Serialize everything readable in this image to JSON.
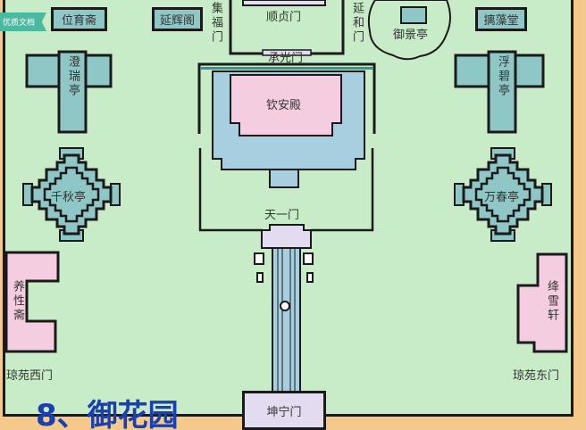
{
  "badge": "优质文档",
  "title": "8、御花园",
  "buildings": {
    "yuyuzhai": "位育斋",
    "yanhuige": "延辉阁",
    "shunzhenmen": "顺贞门",
    "jifumen": "集福门",
    "yanhemen": "延和门",
    "chengguangmen": "承光门",
    "yujingting": "御景亭",
    "chizaotang": "摛藻堂",
    "chengruiting": "澄瑞亭",
    "fubiting": "浮碧亭",
    "qinandian": "钦安殿",
    "qianqiuting": "千秋亭",
    "wanchunting": "万春亭",
    "tianyimen": "天一门",
    "yangxingzhai": "养性斋",
    "jiangxuexuan": "绛雪轩",
    "qiongyuanximen": "琼苑西门",
    "qiongyuandongmen": "琼苑东门",
    "kunningmen": "坤宁门"
  },
  "colors": {
    "background": "#f5c98c",
    "garden": "#c9ecc8",
    "building": "#8fc7c7",
    "hall": "#f4cde0",
    "gate": "#e3dcf0",
    "title": "#1840b0"
  }
}
